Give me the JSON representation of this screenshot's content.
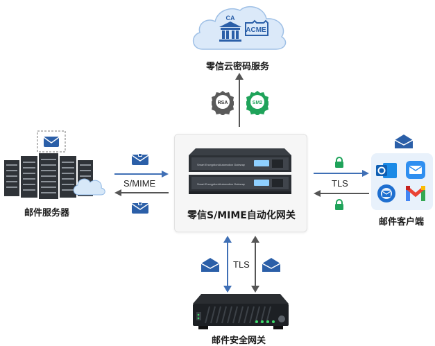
{
  "cloud": {
    "ca_text": "CA",
    "acme_text": "ACME",
    "label": "零信云密码服务"
  },
  "badges": {
    "rsa": "RSA",
    "sm2": "SM2"
  },
  "mail_server": {
    "label": "邮件服务器"
  },
  "gateway": {
    "label": "零信S/MIME自动化网关",
    "device_text": "Smart Encryption/Automation Gateway"
  },
  "mail_client": {
    "label": "邮件客户端"
  },
  "security_gateway": {
    "label": "邮件安全网关"
  },
  "links": {
    "smime": "S/MIME",
    "tls_client": "TLS",
    "tls_bottom": "TLS"
  },
  "colors": {
    "blue": "#2b5fa8",
    "green": "#1fa35a",
    "arrow": "#3f6fb5",
    "dark_arrow": "#555555"
  }
}
